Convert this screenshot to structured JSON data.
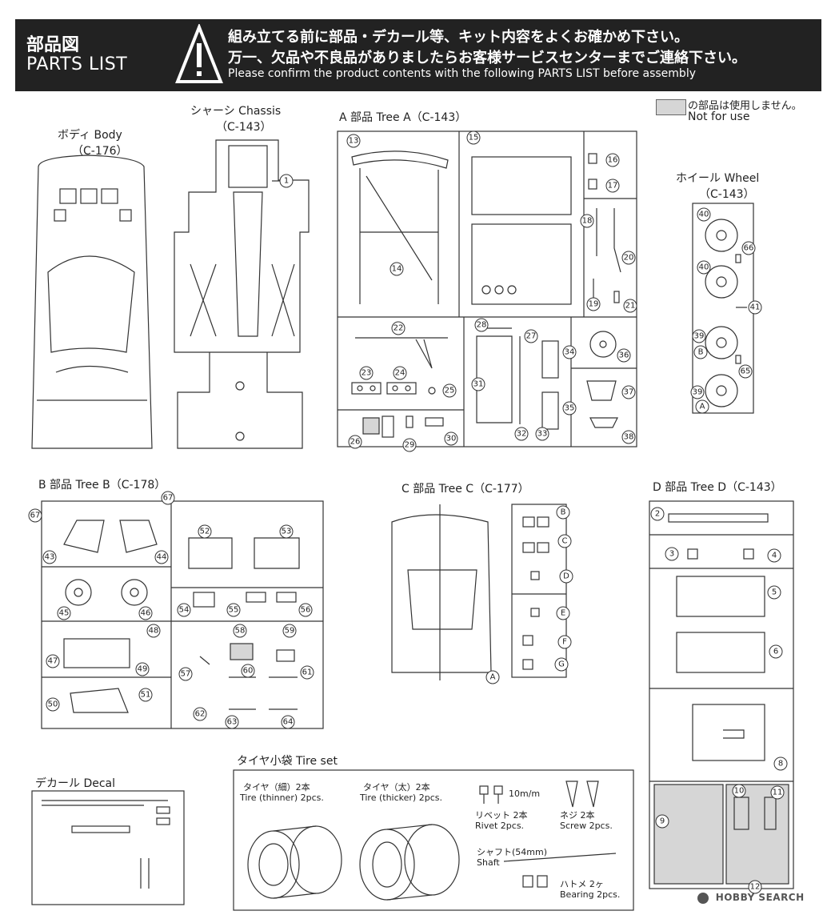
{
  "header": {
    "jp_title": "部品図",
    "en_title": "PARTS LIST",
    "warning_icon": "warning-triangle-icon",
    "jp_line1": "組み立てる前に部品・デカール等、キット内容をよくお確かめ下さい。",
    "jp_line2": "万一、欠品や不良品がありましたらお客様サービスセンターまでご連絡下さい。",
    "en_line": "Please confirm the product contents with the following PARTS LIST before assembly"
  },
  "legend": {
    "jp": "の部品は使用しません。",
    "en": "Not for use",
    "swatch_color": "#d6d6d6"
  },
  "sections": {
    "body": {
      "title": "ボディ Body",
      "code": "（C-176）"
    },
    "chassis": {
      "title": "シャーシ Chassis",
      "code": "（C-143）"
    },
    "tree_a": {
      "title": "A 部品 Tree A（C-143）"
    },
    "wheel": {
      "title": "ホイール Wheel",
      "code": "（C-143）"
    },
    "tree_b": {
      "title": "B 部品 Tree B（C-178）"
    },
    "tree_c": {
      "title": "C 部品 Tree C（C-177）"
    },
    "tree_d": {
      "title": "D 部品 Tree D（C-143）"
    },
    "decal": {
      "title": "デカール Decal"
    },
    "tire_set": {
      "title": "タイヤ小袋 Tire set"
    }
  },
  "tire_set": {
    "thin_jp": "タイヤ（細）2本",
    "thin_en": "Tire (thinner) 2pcs.",
    "thick_jp": "タイヤ（太）2本",
    "thick_en": "Tire (thicker) 2pcs.",
    "rivet_size": "10m/m",
    "rivet_jp": "リベット 2本",
    "rivet_en": "Rivet 2pcs.",
    "screw_jp": "ネジ 2本",
    "screw_en": "Screw 2pcs.",
    "shaft_jp": "シャフト(54mm)",
    "shaft_en": "Shaft",
    "bearing_jp": "ハトメ 2ヶ",
    "bearing_en": "Bearing 2pcs."
  },
  "watermark": "HOBBY SEARCH",
  "part_numbers": {
    "chassis": [
      "1"
    ],
    "tree_a": [
      "13",
      "14",
      "15",
      "16",
      "17",
      "18",
      "19",
      "20",
      "21",
      "22",
      "23",
      "24",
      "25",
      "26",
      "27",
      "28",
      "29",
      "30",
      "31",
      "32",
      "33",
      "34",
      "35",
      "36",
      "37",
      "38"
    ],
    "wheel": [
      "40",
      "66",
      "40",
      "41",
      "39",
      "B",
      "65",
      "39",
      "A"
    ],
    "tree_b": [
      "67",
      "67",
      "43",
      "44",
      "45",
      "46",
      "52",
      "53",
      "54",
      "55",
      "56",
      "47",
      "48",
      "49",
      "57",
      "58",
      "59",
      "60",
      "61",
      "50",
      "51",
      "62",
      "63",
      "64"
    ],
    "tree_c": [
      "B",
      "C",
      "D",
      "E",
      "F",
      "G",
      "A"
    ],
    "tree_d": [
      "2",
      "3",
      "4",
      "5",
      "6",
      "8",
      "9",
      "10",
      "11",
      "12"
    ]
  }
}
